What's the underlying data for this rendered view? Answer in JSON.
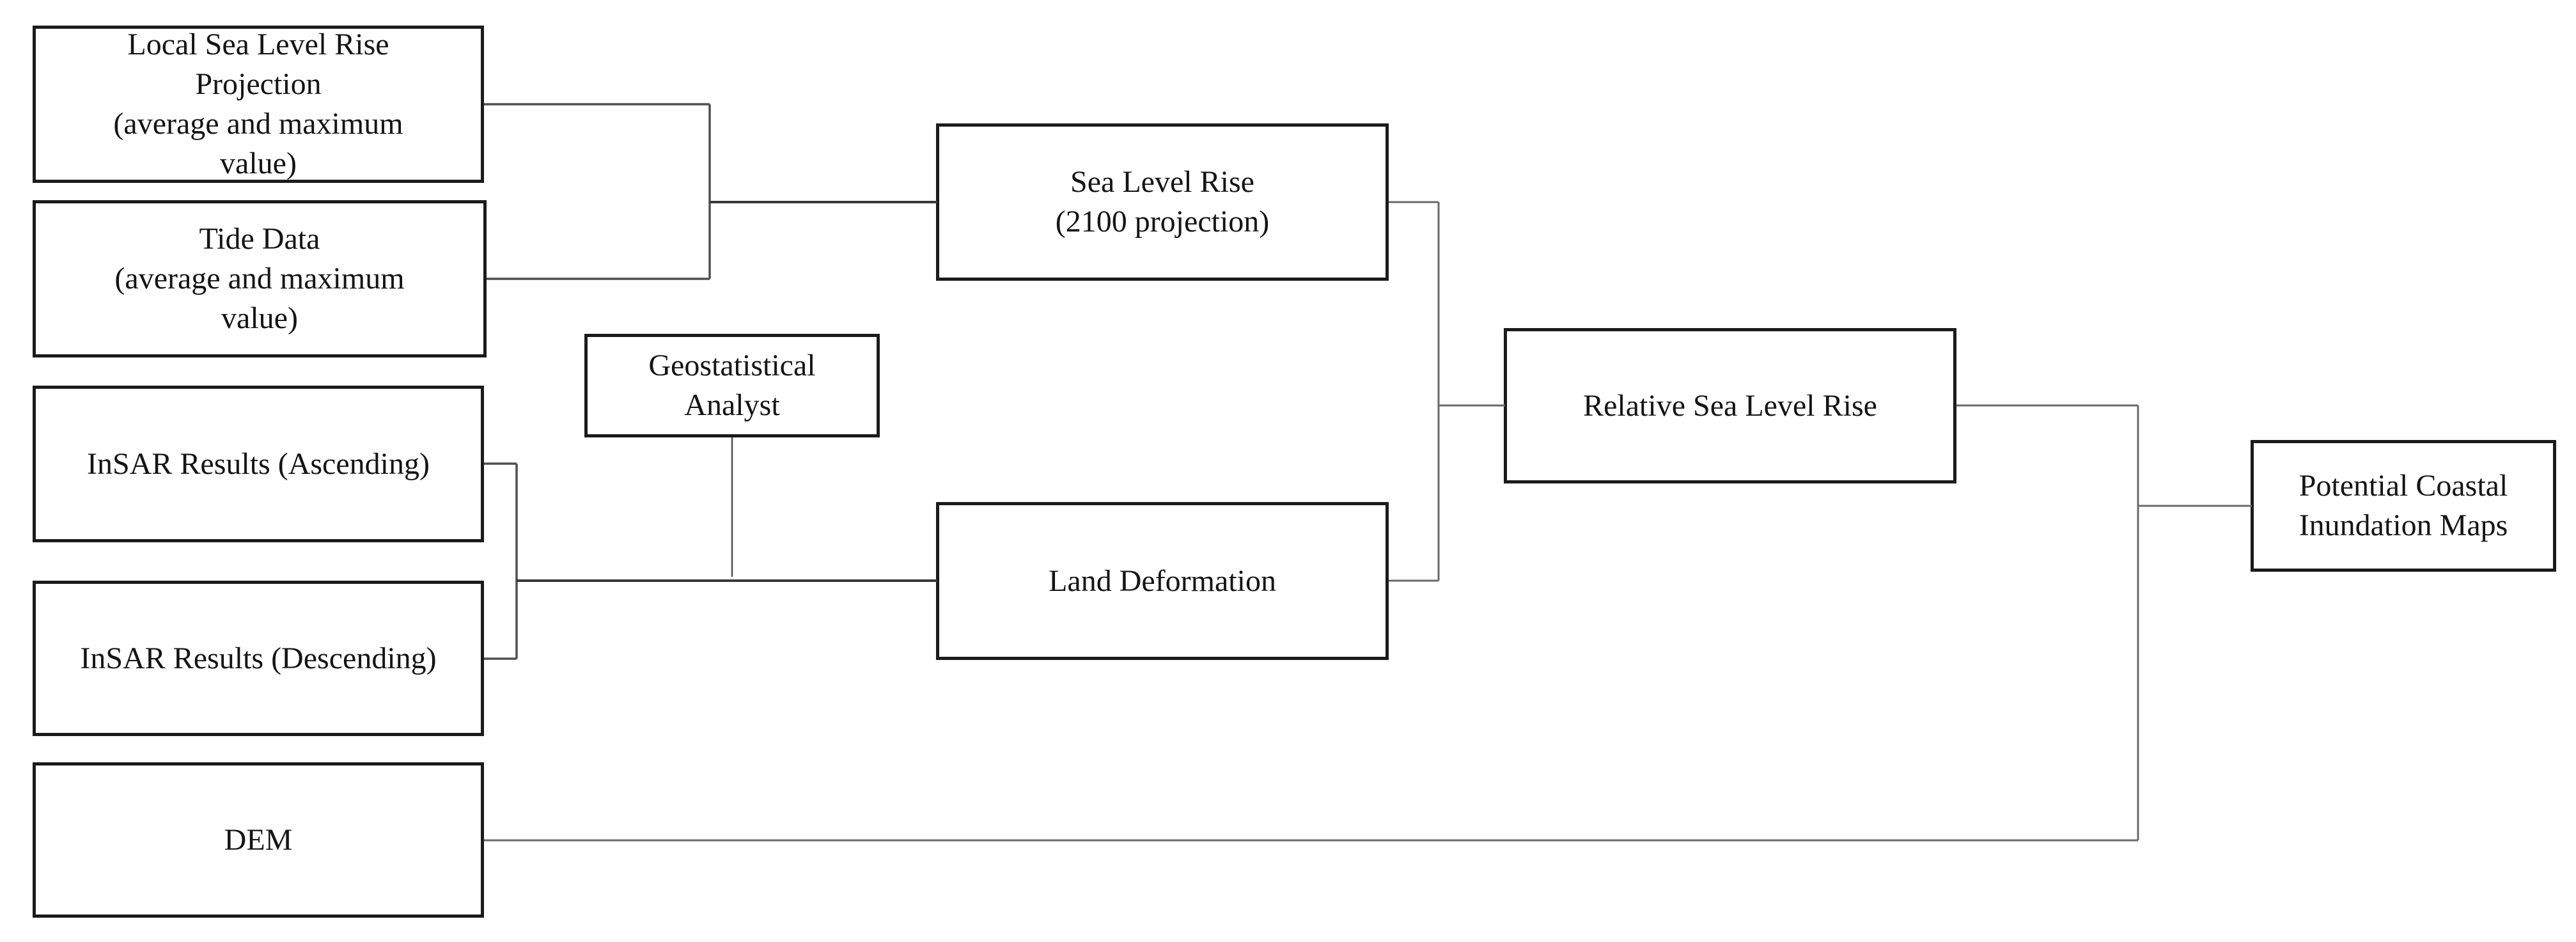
{
  "nodes": {
    "local_slr": {
      "lines": [
        "Local Sea Level Rise",
        "Projection",
        "(average and maximum",
        "value)"
      ]
    },
    "tide": {
      "lines": [
        "Tide Data",
        "(average and maximum",
        "value)"
      ]
    },
    "insar_asc": {
      "lines": [
        "InSAR Results (Ascending)"
      ]
    },
    "insar_desc": {
      "lines": [
        "InSAR Results (Descending)"
      ]
    },
    "dem": {
      "lines": [
        "DEM"
      ]
    },
    "geostat": {
      "lines": [
        "Geostatistical",
        "Analyst"
      ]
    },
    "slr_2100": {
      "lines": [
        "Sea Level Rise",
        "(2100 projection)"
      ]
    },
    "land_def": {
      "lines": [
        "Land Deformation"
      ]
    },
    "rslr": {
      "lines": [
        "Relative Sea Level Rise"
      ]
    },
    "pcim": {
      "lines": [
        "Potential Coastal",
        "Inundation Maps"
      ]
    }
  },
  "colors": {
    "background": "#ffffff",
    "box_border": "#1b1b1b",
    "text": "#141414",
    "connector_dark": "#383838",
    "connector_mid": "#4f4f4f",
    "connector_light": "#6a6a6a",
    "arrowhead": "#0f0f0f"
  }
}
